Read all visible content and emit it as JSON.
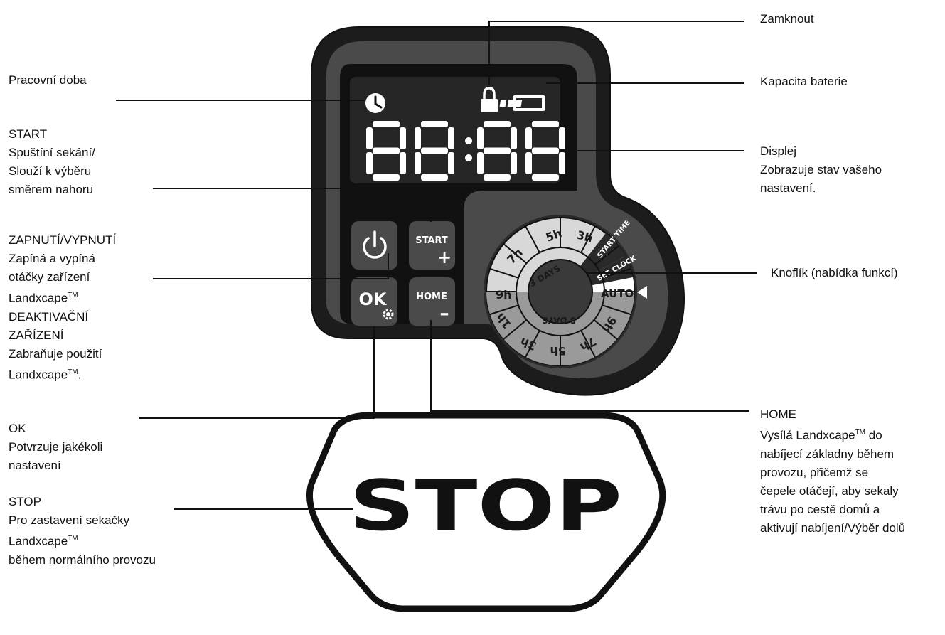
{
  "display": {
    "digits": "88:88"
  },
  "buttons": {
    "power_symbol": "⏻",
    "start_label": "START",
    "start_sign": "+",
    "ok_label": "OK",
    "home_label": "HOME",
    "home_sign": "–"
  },
  "dial": {
    "labels": {
      "h3_top": "3h",
      "h5_top": "5h",
      "h7_top": "7h",
      "h9_left": "9h",
      "h1_left": "1h",
      "h3_bottom": "3h",
      "h5_bottom": "5h",
      "h7_bottom": "7h",
      "h9_right": "9h",
      "three_days": "3 DAYS",
      "five_days": "5 DAYS",
      "start_time": "START TIME",
      "set_clock": "SET CLOCK",
      "auto": "AUTO"
    }
  },
  "stop_label": "STOP",
  "labels": {
    "pracovni_doba": "Pracovní doba",
    "start": [
      "START",
      "Spuštíní sekání/",
      "Slouží k výběru",
      "směrem nahoru"
    ],
    "zapnuti": [
      "ZAPNUTÍ/VYPNUTÍ",
      "Zapíná a vypíná",
      "otáčky zařízení"
    ],
    "zapnuti_brand": "Landxcape",
    "deaktivacni": [
      "DEAKTIVAČNÍ",
      "ZAŘÍZENÍ",
      "Zabraňuje použití"
    ],
    "deaktivacni_brand": "Landxcape",
    "ok": [
      "OK",
      "Potvrzuje jakékoli",
      "nastavení"
    ],
    "stop": [
      "STOP",
      "Pro zastavení sekačky"
    ],
    "stop_brand": "Landxcape",
    "stop_last": "během normálního provozu",
    "zamknout": "Zamknout",
    "kapacita": "Kapacita baterie",
    "displej": [
      "Displej",
      "Zobrazuje stav vašeho",
      "nastavení."
    ],
    "knoflik": "Knoflík (nabídka funkcí)",
    "home_title": "HOME",
    "home_line1_a": "Vysílá Landxcape",
    "home_line1_b": " do",
    "home_rest": [
      "nabíjecí základny během",
      "provozu, přičemž se",
      "čepele otáčejí, aby sekaly",
      "trávu po cestě domů a",
      "aktivují nabíjení/Výběr dolů"
    ],
    "tm": "TM"
  }
}
